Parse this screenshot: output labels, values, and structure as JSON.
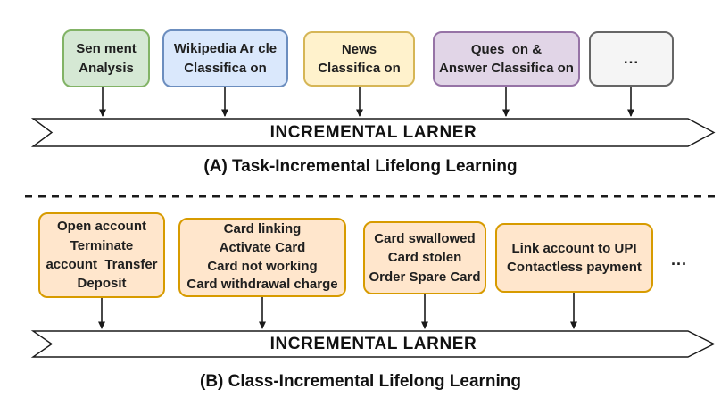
{
  "section_a": {
    "caption": "(A) Task-Incremental Lifelong Learning",
    "banner_label": "INCREMENTAL LARNER",
    "boxes": [
      {
        "label": "Sen ment\nAnalysis",
        "fill": "#d5e8d4",
        "border": "#82b366"
      },
      {
        "label": "Wikipedia Ar cle\nClassifica on",
        "fill": "#dae8fc",
        "border": "#6c8ebf"
      },
      {
        "label": "News\nClassifica on",
        "fill": "#fff2cc",
        "border": "#d6b656"
      },
      {
        "label": "Ques  on &\nAnswer Classifica on",
        "fill": "#e1d5e7",
        "border": "#9673a6"
      },
      {
        "label": "...",
        "fill": "#f5f5f5",
        "border": "#666666"
      }
    ]
  },
  "section_b": {
    "caption": "(B) Class-Incremental Lifelong Learning",
    "banner_label": "INCREMENTAL LARNER",
    "ellipsis": "...",
    "boxes": [
      {
        "label": "Open account\nTerminate\naccount  Transfer\nDeposit",
        "fill": "#ffe6cc",
        "border": "#d79b00"
      },
      {
        "label": "Card linking\nActivate Card\nCard not working\nCard withdrawal charge",
        "fill": "#ffe6cc",
        "border": "#d79b00"
      },
      {
        "label": "Card swallowed\nCard stolen\nOrder Spare Card",
        "fill": "#ffe6cc",
        "border": "#d79b00"
      },
      {
        "label": "Link account to UPI\nContactless payment",
        "fill": "#ffe6cc",
        "border": "#d79b00"
      }
    ]
  },
  "colors": {
    "arrow": "#1a1a1a",
    "banner_fill": "#ffffff",
    "banner_stroke": "#1a1a1a",
    "divider": "#1a1a1a"
  }
}
